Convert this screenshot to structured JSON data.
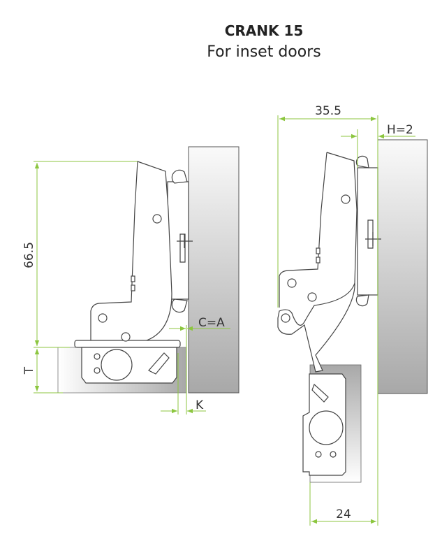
{
  "title": "CRANK 15",
  "subtitle": "For inset doors",
  "colors": {
    "dimension": "#8cc63f",
    "outline": "#444444",
    "panel": "#b8b8b8"
  },
  "left_view": {
    "height_dim": "66.5",
    "thickness_dim": "T",
    "gap_dim": "C=A",
    "k_dim": "K"
  },
  "right_view": {
    "width_dim": "35.5",
    "h_dim": "H=2",
    "door_dim": "24"
  }
}
